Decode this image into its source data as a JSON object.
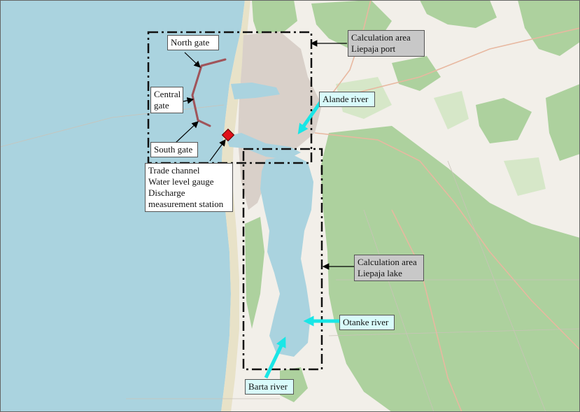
{
  "labels": {
    "north_gate": "North gate",
    "central_gate_l1": "Central",
    "central_gate_l2": "gate",
    "south_gate": "South gate",
    "gauge_l1": "Trade channel",
    "gauge_l2": "Water level gauge",
    "gauge_l3": "Discharge",
    "gauge_l4": "measurement station",
    "port_l1": "Calculation area",
    "port_l2": "Liepaja port",
    "alande": "Alande river",
    "lake_l1": "Calculation area",
    "lake_l2": "Liepaja lake",
    "otanke": "Otanke river",
    "barta": "Barta river"
  },
  "colors": {
    "sea": "#aad3df",
    "land": "#f2efe9",
    "forest": "#add19e",
    "urban": "#d9d0c9",
    "breakwater": "#a0545a",
    "river_arrow": "#19e6e6",
    "gauge_marker": "#e0101a"
  }
}
